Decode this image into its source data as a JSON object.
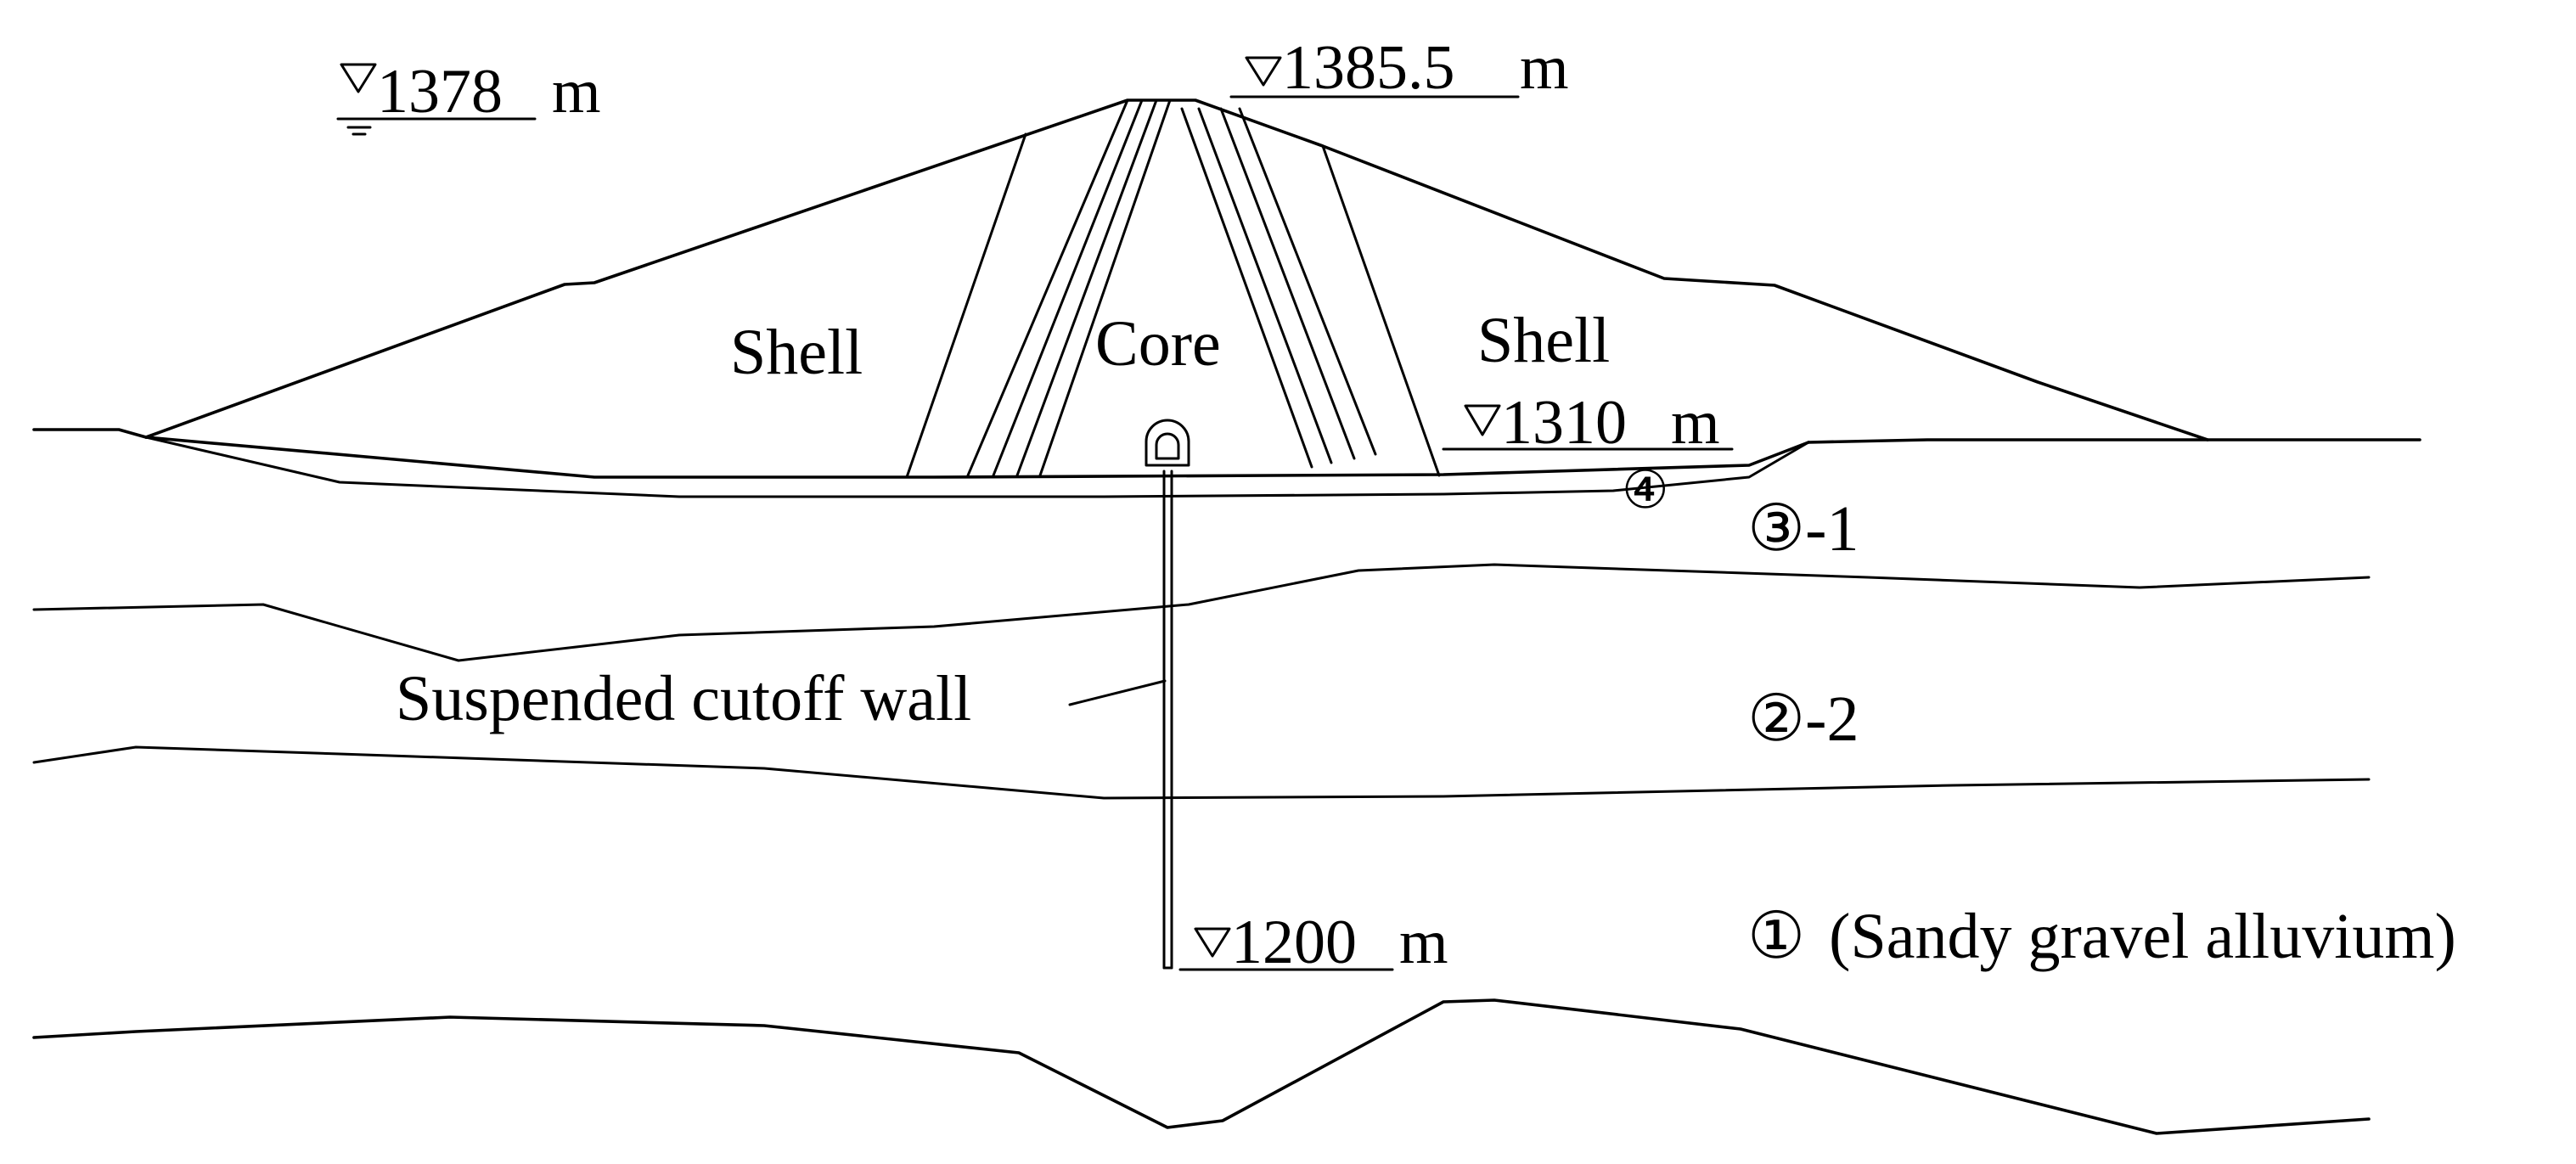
{
  "zones": {
    "shell_left": "Shell",
    "core": "Core",
    "shell_right": "Shell"
  },
  "elevations": {
    "upstream_water": "1378",
    "crest": "1385.5",
    "foundation": "1310",
    "wall_bottom": "1200",
    "unit": "m"
  },
  "layers": {
    "layer_4": "④",
    "layer_3_1_mark": "③",
    "layer_3_1_suffix": "-1",
    "layer_2_2_mark": "②",
    "layer_2_2_suffix": "-2",
    "layer_1_mark": "①",
    "layer_1_name": "(Sandy gravel alluvium)"
  },
  "annotations": {
    "cutoff_wall": "Suspended cutoff wall"
  }
}
